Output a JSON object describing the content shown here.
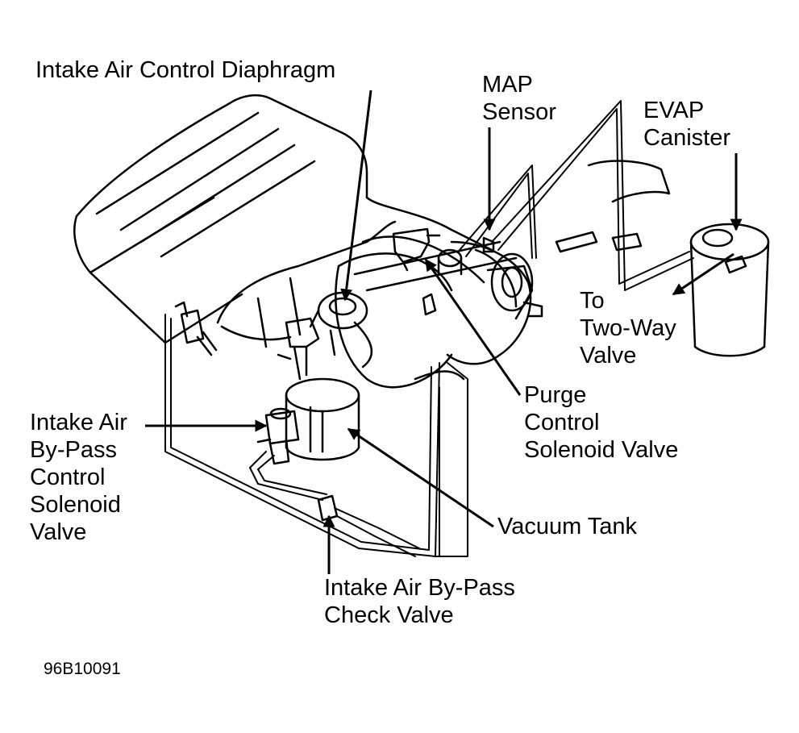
{
  "labels": {
    "intake_air_control_diaphragm": "Intake Air Control Diaphragm",
    "map_sensor": [
      "MAP",
      "Sensor"
    ],
    "evap_canister": [
      "EVAP",
      "Canister"
    ],
    "to_two_way_valve": [
      "To",
      "Two-Way",
      "Valve"
    ],
    "purge_control_solenoid_valve": [
      "Purge",
      "Control",
      "Solenoid Valve"
    ],
    "intake_air_bypass_control_solenoid_valve": [
      "Intake Air",
      "By-Pass",
      "Control",
      "Solenoid",
      "Valve"
    ],
    "vacuum_tank": "Vacuum Tank",
    "intake_air_bypass_check_valve": [
      "Intake Air By-Pass",
      "Check Valve"
    ]
  },
  "figure_id": "96B10091",
  "colors": {
    "ink": "#000000",
    "paper": "#ffffff"
  }
}
